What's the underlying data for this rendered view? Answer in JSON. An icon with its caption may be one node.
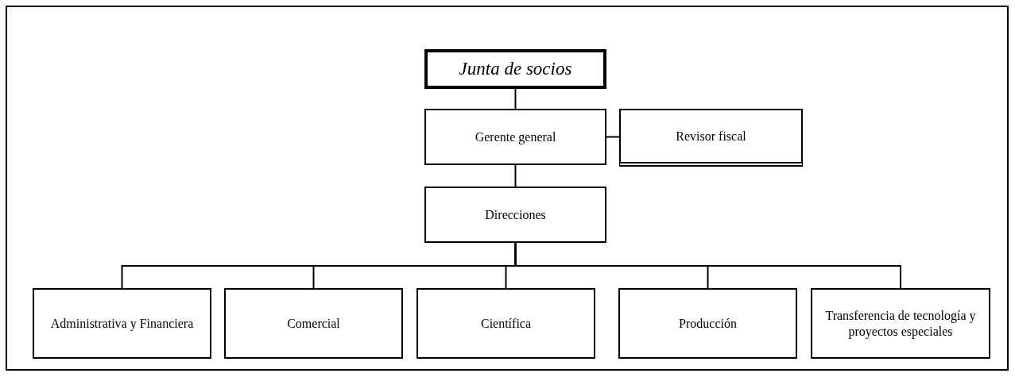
{
  "diagram": {
    "nodes": [
      {
        "text": [
          "Junta de socios"
        ]
      },
      {
        "text": [
          "Gerente general"
        ]
      },
      {
        "text": [
          "Revisor fiscal"
        ]
      },
      {
        "text": [
          "Direcciones"
        ]
      },
      {
        "text": [
          "Administrativa y Financiera"
        ]
      },
      {
        "text": [
          "Comercial"
        ]
      },
      {
        "text": [
          "Científica"
        ]
      },
      {
        "text": [
          "Producción"
        ]
      },
      {
        "text": [
          "Transferencia de tecnología y proyectos especiales"
        ]
      }
    ],
    "edges": [
      {
        "from": 0,
        "to": 1,
        "arrow": "none"
      },
      {
        "from": 1,
        "to": 2,
        "arrow": "none"
      },
      {
        "from": 1,
        "to": 3,
        "arrow": "none"
      },
      {
        "from": 3,
        "to": 4,
        "arrow": "none"
      },
      {
        "from": 3,
        "to": 5,
        "arrow": "none"
      },
      {
        "from": 3,
        "to": 6,
        "arrow": "none"
      },
      {
        "from": 3,
        "to": 7,
        "arrow": "none"
      },
      {
        "from": 3,
        "to": 8,
        "arrow": "none"
      }
    ]
  }
}
